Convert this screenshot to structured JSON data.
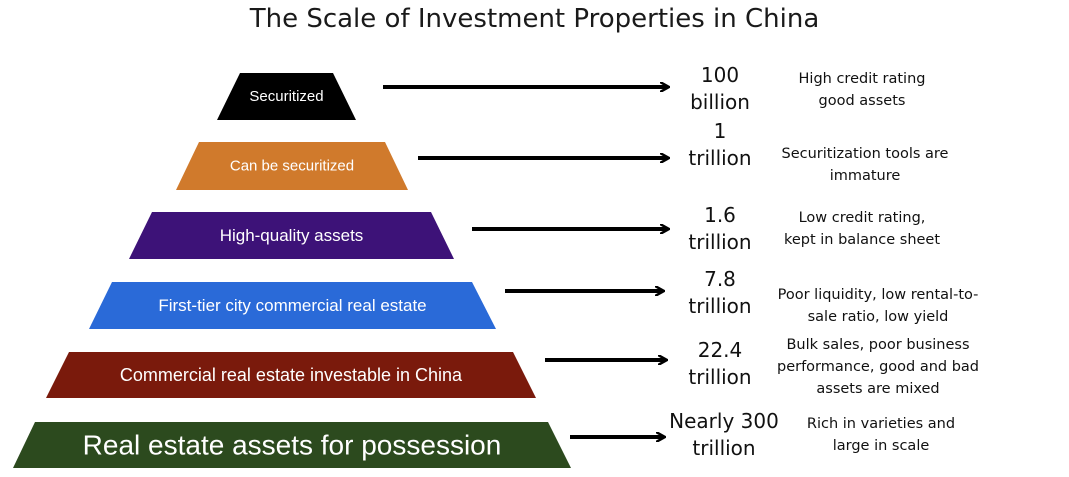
{
  "title": "The Scale of Investment Properties in China",
  "tiers": [
    {
      "label": "Securitized",
      "value_line1": "100",
      "value_line2": "billion",
      "note_line1": "High credit rating",
      "note_line2": "good assets",
      "note_line3": "",
      "color": "#000000"
    },
    {
      "label": "Can be securitized",
      "value_line1": "1",
      "value_line2": "trillion",
      "note_line1": "Securitization tools are",
      "note_line2": "immature",
      "note_line3": "",
      "color": "#d07a2c"
    },
    {
      "label": "High-quality assets",
      "value_line1": "1.6",
      "value_line2": "trillion",
      "note_line1": "Low credit rating,",
      "note_line2": "kept in balance sheet",
      "note_line3": "",
      "color": "#3d1278"
    },
    {
      "label": "First-tier city commercial real estate",
      "value_line1": "7.8",
      "value_line2": "trillion",
      "note_line1": "Poor liquidity, low rental-to-",
      "note_line2": "sale ratio, low yield",
      "note_line3": "",
      "color": "#2a6ad8"
    },
    {
      "label": "Commercial real estate investable in China",
      "value_line1": "22.4",
      "value_line2": "trillion",
      "note_line1": "Bulk sales, poor business",
      "note_line2": "performance, good and bad",
      "note_line3": "assets are mixed",
      "color": "#7a1a0c"
    },
    {
      "label": "Real estate assets for possession",
      "value_line1": "Nearly 300",
      "value_line2": "trillion",
      "note_line1": "Rich in varieties and",
      "note_line2": "large in scale",
      "note_line3": "",
      "color": "#2c4a1e"
    }
  ]
}
